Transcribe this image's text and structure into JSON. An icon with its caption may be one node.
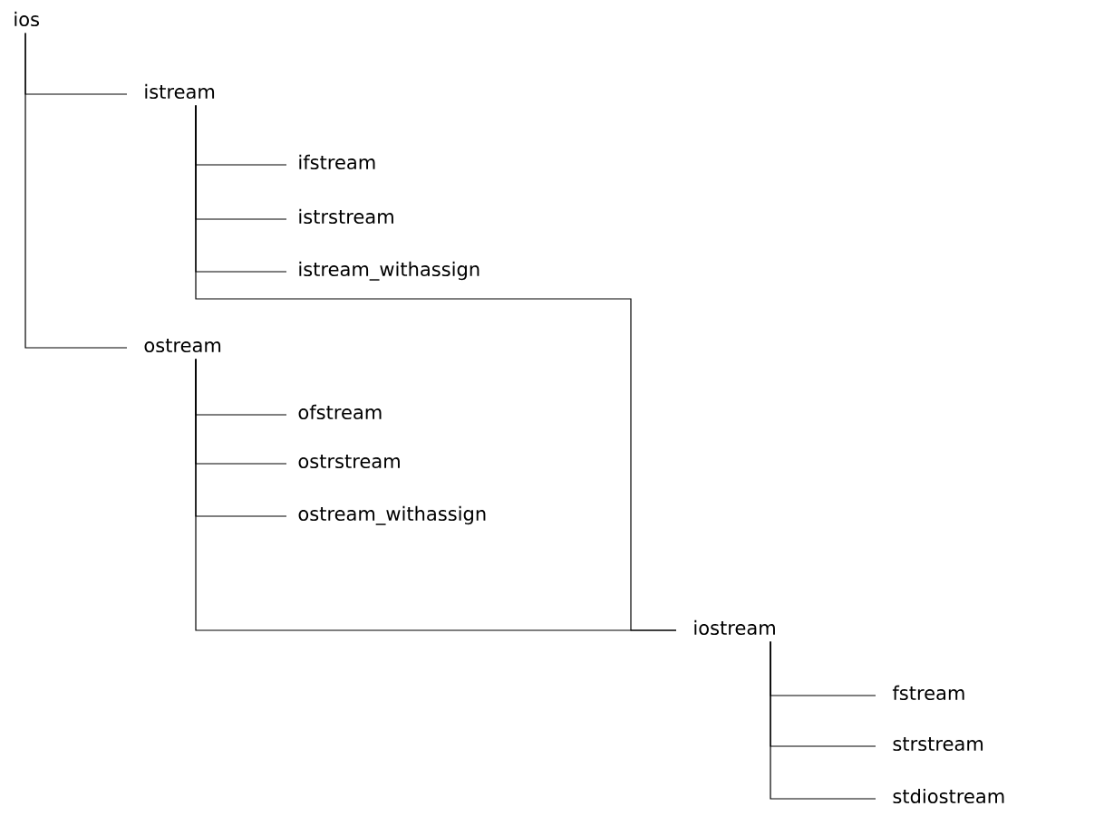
{
  "diagram": {
    "nodes": [
      {
        "text": [
          "ios"
        ]
      },
      {
        "text": [
          "istream"
        ]
      },
      {
        "text": [
          "ifstream"
        ]
      },
      {
        "text": [
          "istrstream"
        ]
      },
      {
        "text": [
          "istream_withassign"
        ]
      },
      {
        "text": [
          "ostream"
        ]
      },
      {
        "text": [
          "ofstream"
        ]
      },
      {
        "text": [
          "ostrstream"
        ]
      },
      {
        "text": [
          "ostream_withassign"
        ]
      },
      {
        "text": [
          "iostream"
        ]
      },
      {
        "text": [
          "fstream"
        ]
      },
      {
        "text": [
          "strstream"
        ]
      },
      {
        "text": [
          "stdiostream"
        ]
      }
    ],
    "edges": [
      {
        "from": 0,
        "to": 1,
        "arrow": "none"
      },
      {
        "from": 0,
        "to": 5,
        "arrow": "none"
      },
      {
        "from": 1,
        "to": 2,
        "arrow": "none"
      },
      {
        "from": 1,
        "to": 3,
        "arrow": "none"
      },
      {
        "from": 1,
        "to": 4,
        "arrow": "none"
      },
      {
        "from": 1,
        "to": 9,
        "arrow": "none"
      },
      {
        "from": 5,
        "to": 6,
        "arrow": "none"
      },
      {
        "from": 5,
        "to": 7,
        "arrow": "none"
      },
      {
        "from": 5,
        "to": 8,
        "arrow": "none"
      },
      {
        "from": 5,
        "to": 9,
        "arrow": "none"
      },
      {
        "from": 9,
        "to": 10,
        "arrow": "none"
      },
      {
        "from": 9,
        "to": 11,
        "arrow": "none"
      },
      {
        "from": 9,
        "to": 12,
        "arrow": "none"
      }
    ]
  }
}
